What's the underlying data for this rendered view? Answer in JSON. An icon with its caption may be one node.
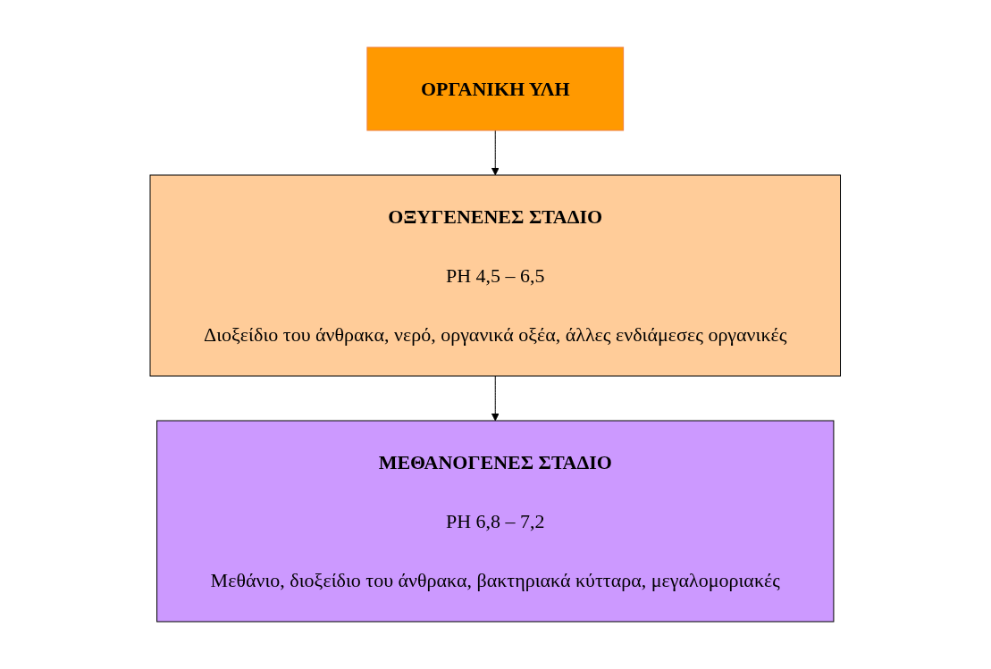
{
  "diagram": {
    "nodes": [
      {
        "text": [
          "ΟΡΓΑΝΙΚΗ ΥΛΗ"
        ]
      },
      {
        "text": [
          "ΟΞΥΓΕΝΕΝΕΣ ΣΤΑΔΙΟ",
          "PH 4,5 – 6,5",
          "Διοξείδιο του άνθρακα, νερό, οργανικά οξέα, άλλες ενδιάμεσες οργανικές"
        ]
      },
      {
        "text": [
          "ΜΕΘΑΝΟΓΕΝΕΣ ΣΤΑΔΙΟ",
          "PH 6,8 – 7,2",
          "Μεθάνιο, διοξείδιο του άνθρακα, βακτηριακά κύτταρα, μεγαλομοριακές"
        ]
      }
    ],
    "edges": [
      {
        "from": 0,
        "to": 1,
        "arrow": "to"
      },
      {
        "from": 1,
        "to": 2,
        "arrow": "to"
      }
    ]
  }
}
